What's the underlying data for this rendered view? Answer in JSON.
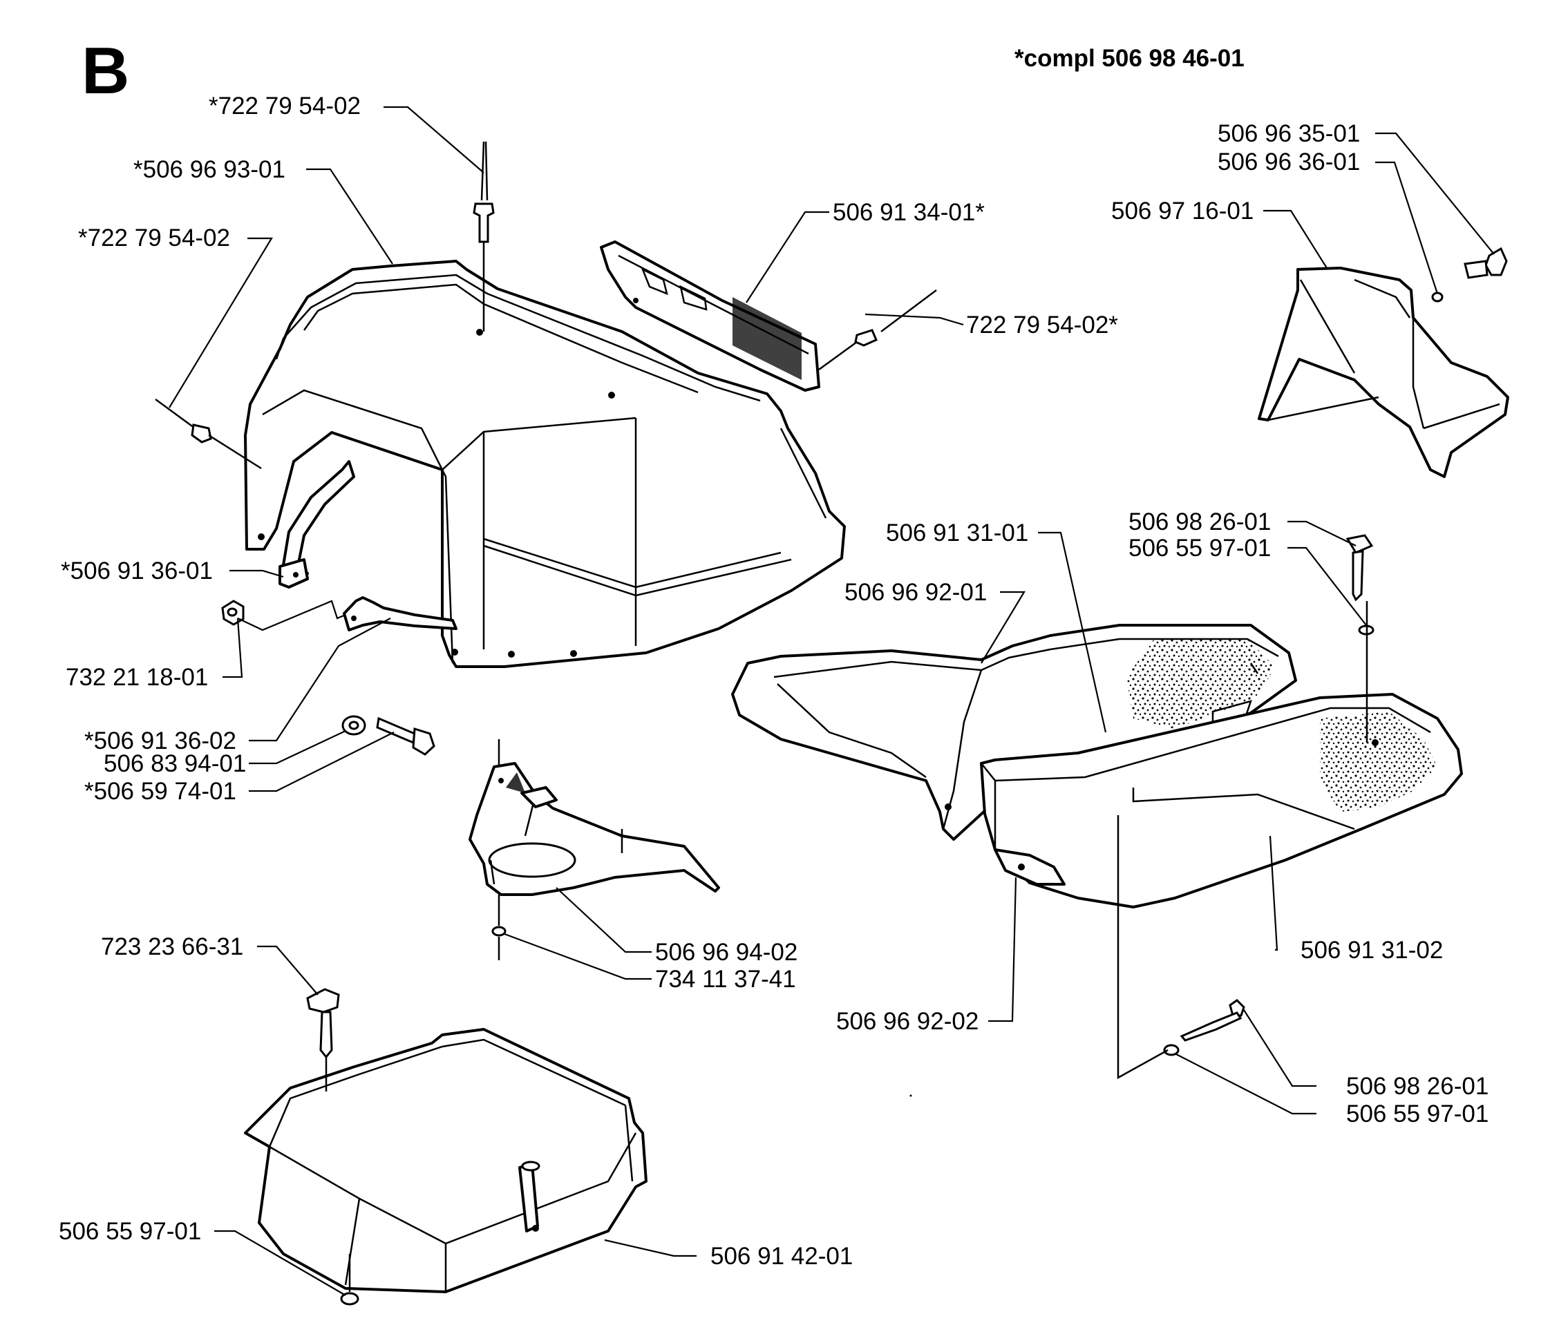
{
  "diagram": {
    "section_letter": "B",
    "compl_label": "*compl 506 98 46-01",
    "labels": [
      "*722 79 54-02",
      "*506 96 93-01",
      "*722 79 54-02",
      "506 91 34-01*",
      "722 79 54-02*",
      "506 96 35-01",
      "506 96 36-01",
      "506 97 16-01",
      "*506 91 36-01",
      "732 21 18-01",
      "*506 91 36-02",
      "506 83 94-01",
      "*506 59 74-01",
      "506 91 31-01",
      "506 96 92-01",
      "506 98 26-01",
      "506 55 97-01",
      "506 96 94-02",
      "734 11 37-41",
      "723 23 66-31",
      "506 96 92-02",
      "506 91 31-02",
      "506 98 26-01",
      "506 55 97-01",
      "506 55 97-01",
      "506 91 42-01"
    ]
  }
}
